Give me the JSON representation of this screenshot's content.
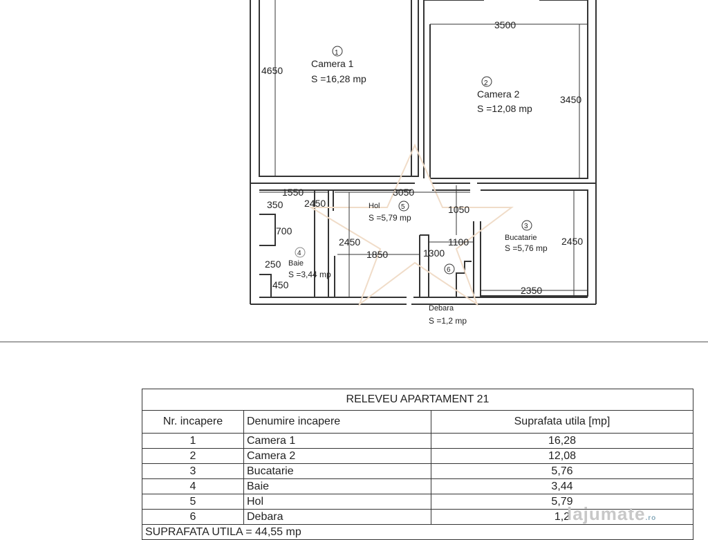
{
  "plan": {
    "rooms": [
      {
        "num": "1",
        "name": "Camera 1",
        "area": "S =16,28 mp"
      },
      {
        "num": "2",
        "name": "Camera 2",
        "area": "S =12,08 mp"
      },
      {
        "num": "3",
        "name": "Bucatarie",
        "area": "S =5,76 mp"
      },
      {
        "num": "4",
        "name": "Baie",
        "area": "S =3,44 mp"
      },
      {
        "num": "5",
        "name": "Hol",
        "area": "S =5,79 mp"
      },
      {
        "num": "6",
        "name": "Debara",
        "area": "S =1,2 mp"
      }
    ],
    "dimensions": [
      "4650",
      "3500",
      "3450",
      "1550",
      "3050",
      "2450",
      "350",
      "700",
      "250",
      "450",
      "2450",
      "1850",
      "1050",
      "1100",
      "1300",
      "2450",
      "2350"
    ]
  },
  "table": {
    "title": "RELEVEU APARTAMENT 21",
    "headers": [
      "Nr. incapere",
      "Denumire incapere",
      "Suprafata utila [mp]"
    ],
    "rows": [
      [
        "1",
        "Camera 1",
        "16,28"
      ],
      [
        "2",
        "Camera 2",
        "12,08"
      ],
      [
        "3",
        "Bucatarie",
        "5,76"
      ],
      [
        "4",
        "Baie",
        "3,44"
      ],
      [
        "5",
        "Hol",
        "5,79"
      ],
      [
        "6",
        "Debara",
        "1,2"
      ]
    ],
    "total": "SUPRAFATA UTILA = 44,55 mp"
  },
  "watermark": {
    "text": "lajumate",
    "suffix": ".ro"
  }
}
